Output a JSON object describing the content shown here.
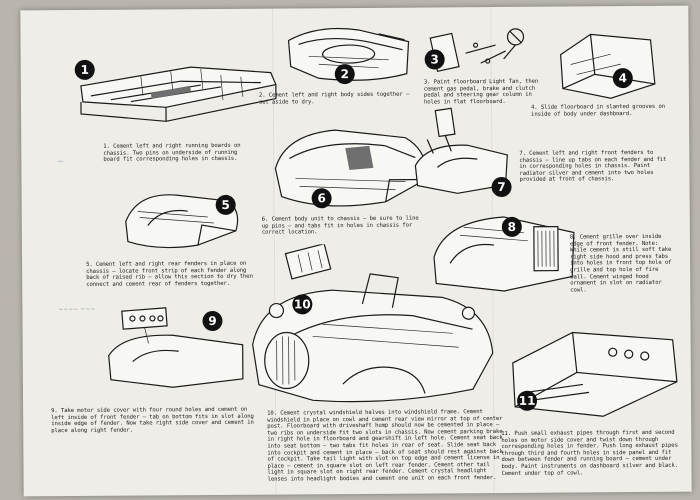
{
  "steps": [
    {
      "num": "1",
      "text": "1. Cement left and right running boards on chassis. Two pins on underside of running board fit corresponding holes in chassis."
    },
    {
      "num": "2",
      "text": "2. Cement left and right body sides together — set aside to dry."
    },
    {
      "num": "3",
      "text": "3. Paint floorboard Light Tan, then cement gas pedal, brake and clutch pedal and steering gear column in holes in flat floorboard."
    },
    {
      "num": "4",
      "text": "4. Slide floorboard in slanted grooves on inside of body under dashboard."
    },
    {
      "num": "5",
      "text": "5. Cement left and right rear fenders in place on chassis — locate front strip of each fender along back of raised rib — allow this section to dry then connect and cement rear of fenders together."
    },
    {
      "num": "6",
      "text": "6. Cement body unit to chassis — be sure to line up pins — and tabs fit in holes in chassis for correct location."
    },
    {
      "num": "7",
      "text": "7. Cement left and right front fenders to chassis — line up tabs on each fender and fit in corresponding holes in chassis. Paint radiator silver and cement into two holes provided at front of chassis."
    },
    {
      "num": "8",
      "text": "8. Cement grille over inside edge of front fender. Note: While cement is still soft take right side hood and press tabs into holes in front top hole of grille and top hole of fire wall. Cement winged hood ornament in slot on radiator cowl."
    },
    {
      "num": "9",
      "text": "9. Take motor side cover with four round holes and cement on left inside of front fender — tab on bottom fits in slot along inside edge of fender. Now take right side cover and cement in place along right fender."
    },
    {
      "num": "10",
      "text": "10. Cement crystal windshield halves into windshield frame. Cement windshield in place on cowl and cement rear view mirror at top of center post. Floorboard with driveshaft hump should now be cemented in place — two ribs on underside fit two slots in chassis. Now cement parking brake in right hole in floorboard and gearshift in left hole. Cement seat back into seat bottom — two tabs fit holes in rear of seat. Slide seat back into cockpit and cement in place — back of seat should rest against back of cockpit. Take tail light with slot on top edge and cement license in place — cement in square slot on left rear fender. Cement other tail light in square slot on right rear fender. Cement crystal headlight lenses into headlight bodies and cement one unit on each front fender."
    },
    {
      "num": "11",
      "text": "11. Push small exhaust pipes through first and second holes on motor side cover and twist down through corresponding holes in fender. Push long exhaust pipes through third and fourth holes in side panel and fit down between fender and running board — cement under body. Paint instruments on dashboard silver and black. Cement under top of cowl."
    }
  ],
  "icons": [
    "chassis-drawing",
    "body-drawing",
    "floorboard-parts-drawing",
    "dashboard-drawing",
    "rear-fender-drawing",
    "body-unit-drawing",
    "front-fender-drawing",
    "grille-drawing",
    "motor-cover-drawing",
    "full-car-drawing",
    "exhaust-drawing"
  ]
}
